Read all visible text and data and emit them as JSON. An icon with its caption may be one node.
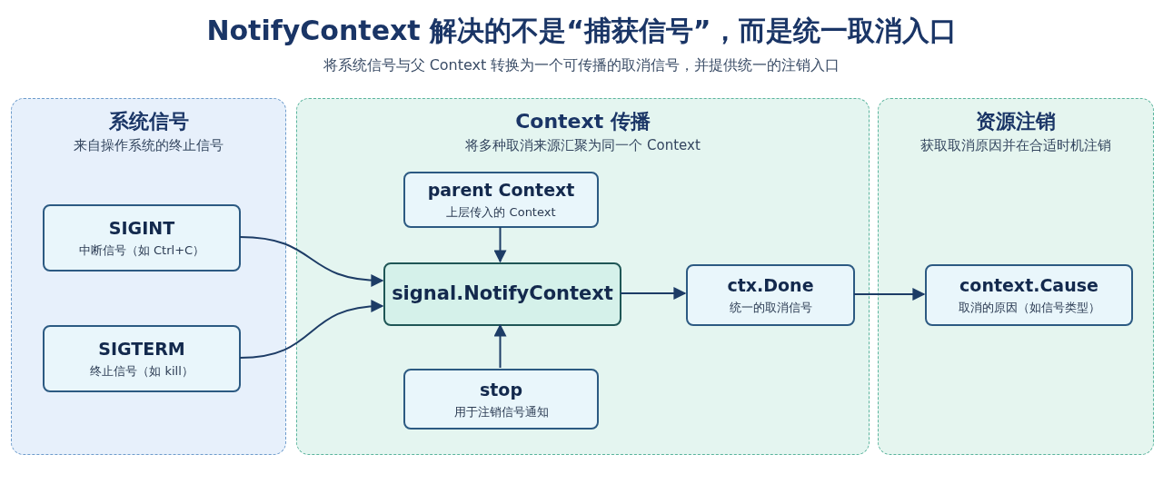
{
  "diagram": {
    "title": "NotifyContext 解决的不是“捕获信号”，而是统一取消入口",
    "caption": "将系统信号与父 Context 转换为一个可传播的取消信号，并提供统一的注销入口",
    "nodes": [
      {
        "text": [
          "系统信号",
          "来自操作系统的终止信号"
        ]
      },
      {
        "text": [
          "SIGINT",
          "中断信号（如 Ctrl+C）"
        ],
        "in": 0
      },
      {
        "text": [
          "SIGTERM",
          "终止信号（如 kill）"
        ],
        "in": 0
      },
      {
        "text": [
          "Context 传播",
          "将多种取消来源汇聚为同一个 Context"
        ]
      },
      {
        "text": [
          "parent Context",
          "上层传入的 Context"
        ],
        "in": 3
      },
      {
        "text": [
          "signal.NotifyContext"
        ],
        "in": 3
      },
      {
        "text": [
          "ctx.Done",
          "统一的取消信号"
        ],
        "in": 3
      },
      {
        "text": [
          "stop",
          "用于注销信号通知"
        ],
        "in": 3
      },
      {
        "text": [
          "资源注销",
          "获取取消原因并在合适时机注销"
        ]
      },
      {
        "text": [
          "context.Cause",
          "取消的原因（如信号类型）"
        ],
        "in": 8
      }
    ],
    "edges": [
      {
        "from": 1,
        "to": 5,
        "arrow": "to"
      },
      {
        "from": 2,
        "to": 5,
        "arrow": "to"
      },
      {
        "from": 4,
        "to": 5,
        "arrow": "to"
      },
      {
        "from": 7,
        "to": 5,
        "arrow": "to"
      },
      {
        "from": 5,
        "to": 6,
        "arrow": "to"
      },
      {
        "from": 6,
        "to": 9,
        "arrow": "to"
      }
    ]
  }
}
